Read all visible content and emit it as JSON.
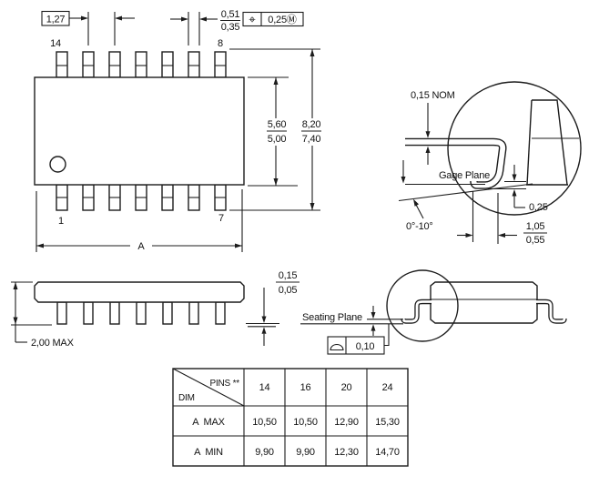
{
  "line_color": "#1c1c1c",
  "top_view": {
    "pitch": "1,27",
    "pin_top_left": "14",
    "pin_top_right": "8",
    "pin_bottom_left": "1",
    "pin_bottom_right": "7",
    "lead_width_max": "0,51",
    "lead_width_min": "0,35",
    "true_position_symbol": "⌖",
    "true_position_value": "0,25Ⓜ",
    "body_width_max": "5,60",
    "body_width_min": "5,00",
    "span_max": "8,20",
    "span_min": "7,40",
    "length_label": "A"
  },
  "lead_detail": {
    "thickness": "0,15 NOM",
    "gage_plane": "Gage Plane",
    "gage_offset": "0,25",
    "lead_angle": "0°-10°",
    "foot_length_max": "1,05",
    "foot_length_min": "0,55"
  },
  "side_view": {
    "standoff_max": "0,15",
    "standoff_min": "0,05",
    "height": "2,00 MAX"
  },
  "seating_view": {
    "seating_plane": "Seating Plane",
    "flatness_value": "0,10"
  },
  "table": {
    "corner_top": "PINS **",
    "corner_bottom": "DIM",
    "columns": [
      "14",
      "16",
      "20",
      "24"
    ],
    "rows": [
      {
        "label": "A  MAX",
        "values": [
          "10,50",
          "10,50",
          "12,90",
          "15,30"
        ]
      },
      {
        "label": "A  MIN",
        "values": [
          "9,90",
          "9,90",
          "12,30",
          "14,70"
        ]
      }
    ]
  }
}
